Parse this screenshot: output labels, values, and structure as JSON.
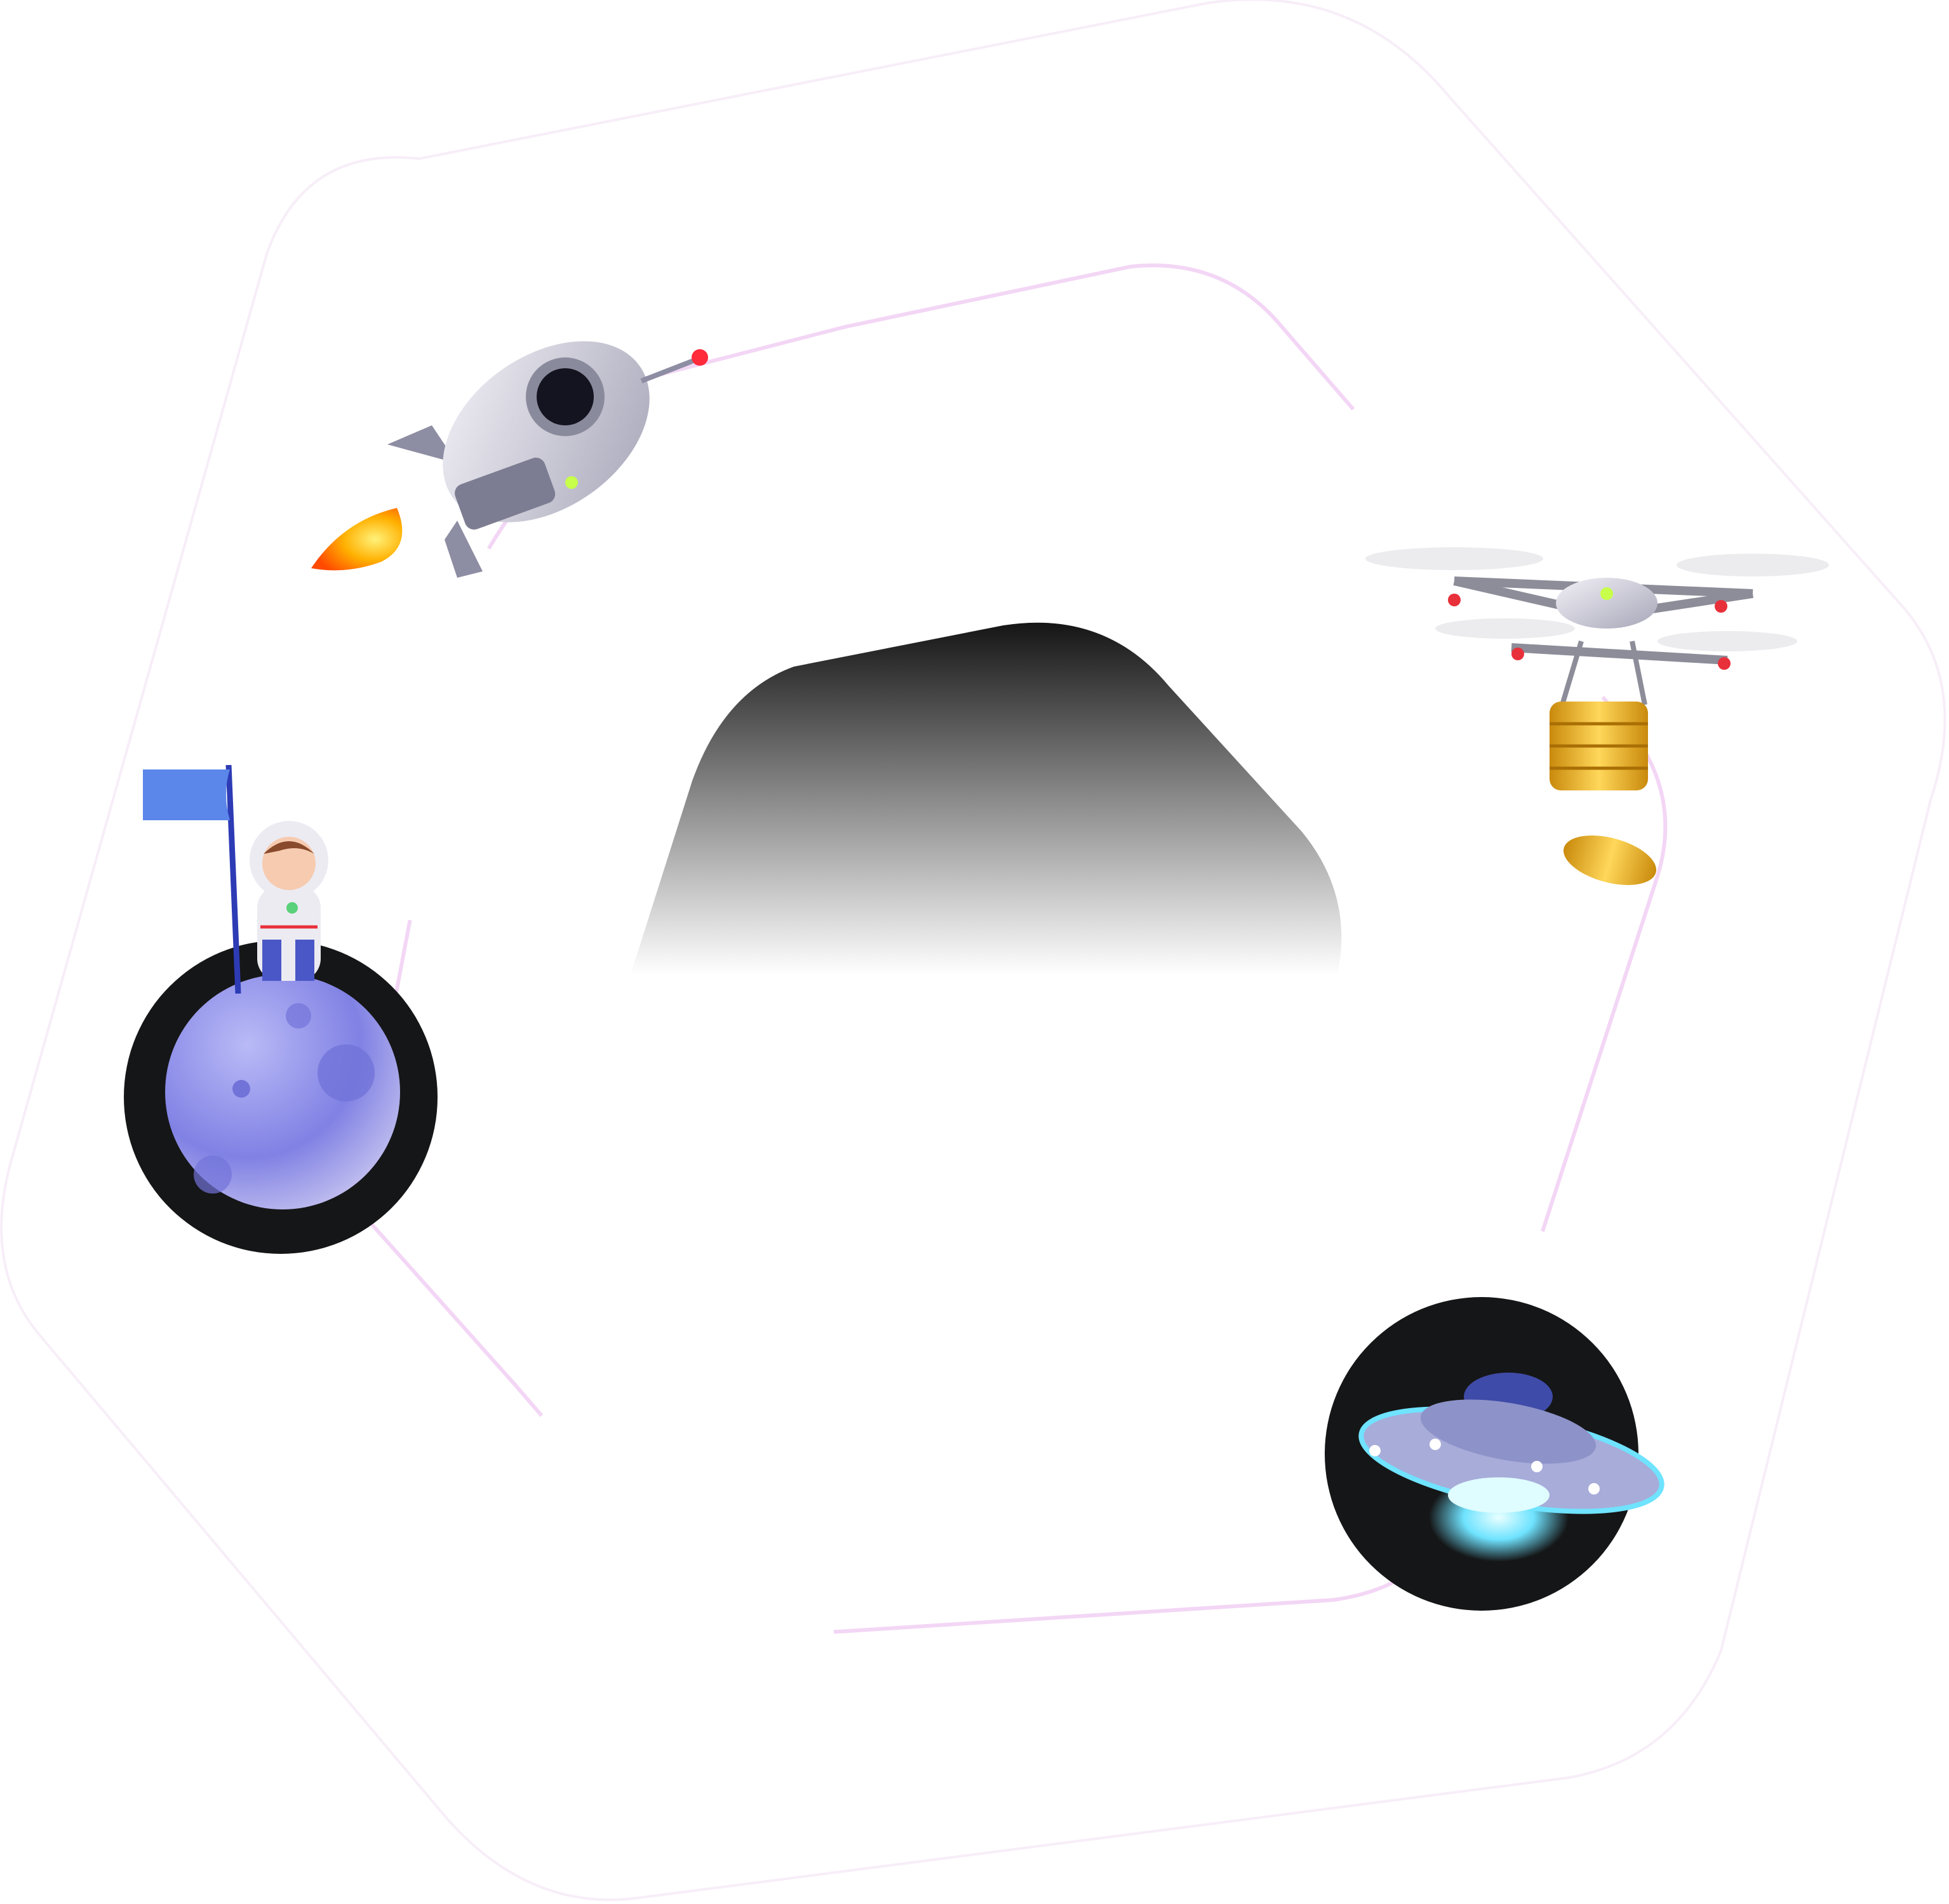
{
  "colors": {
    "background": "#ffffff",
    "outline_pink": "#f3d6f5",
    "outline_faint": "#f7eef8",
    "circle_dark": "#151617",
    "moon": "#8f8fe8",
    "flag": "#5b86ea",
    "flame": "#ff8a00",
    "coin": "#e8b21e",
    "ufo_glow": "#6fe3ff"
  },
  "illustrations": [
    "rocket",
    "drone-with-coins",
    "astronaut-on-moon",
    "ufo"
  ]
}
